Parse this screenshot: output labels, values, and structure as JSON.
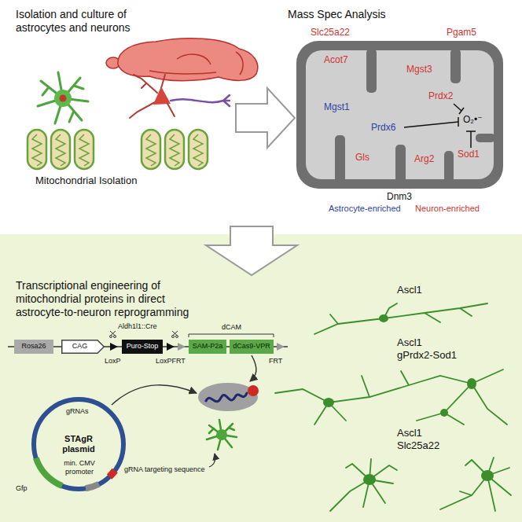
{
  "diagram": {
    "nodes": [
      {
        "text": [
          "Acot7",
          "Mgst3",
          "Prdx2",
          "Mgst1",
          "Prdx6",
          "O₂•⁻",
          "Gls",
          "Arg2",
          "Sod1"
        ]
      },
      {
        "text": [
          "Rosa26"
        ]
      },
      {
        "text": [
          "CAG"
        ]
      },
      {
        "text": [
          "Puro-Stop"
        ]
      },
      {
        "text": [
          "SAM-P2a"
        ]
      },
      {
        "text": [
          "dCas9-VPR"
        ]
      },
      {
        "text": [
          "STAgR plasmid"
        ]
      }
    ],
    "labels": [
      "Isolation and culture of astrocytes and neurons",
      "Mitochondrial Isolation",
      "Mass Spec Analysis",
      "Slc25a22",
      "Pgam5",
      "Dnm3",
      "Astrocyte-enriched",
      "Neuron-enriched",
      "Transcriptional engineering of mitochondrial proteins in direct astrocyte-to-neuron reprogramming",
      "Aldh1l1::Cre",
      "dCAM",
      "LoxP",
      "LoxPFRT",
      "FRT",
      "gRNAs",
      "Gfp",
      "min. CMV promoter",
      "gRNA targeting sequence",
      "Ascl1",
      "Ascl1 gPrdx2-Sod1",
      "Ascl1 Slc25a22"
    ]
  }
}
